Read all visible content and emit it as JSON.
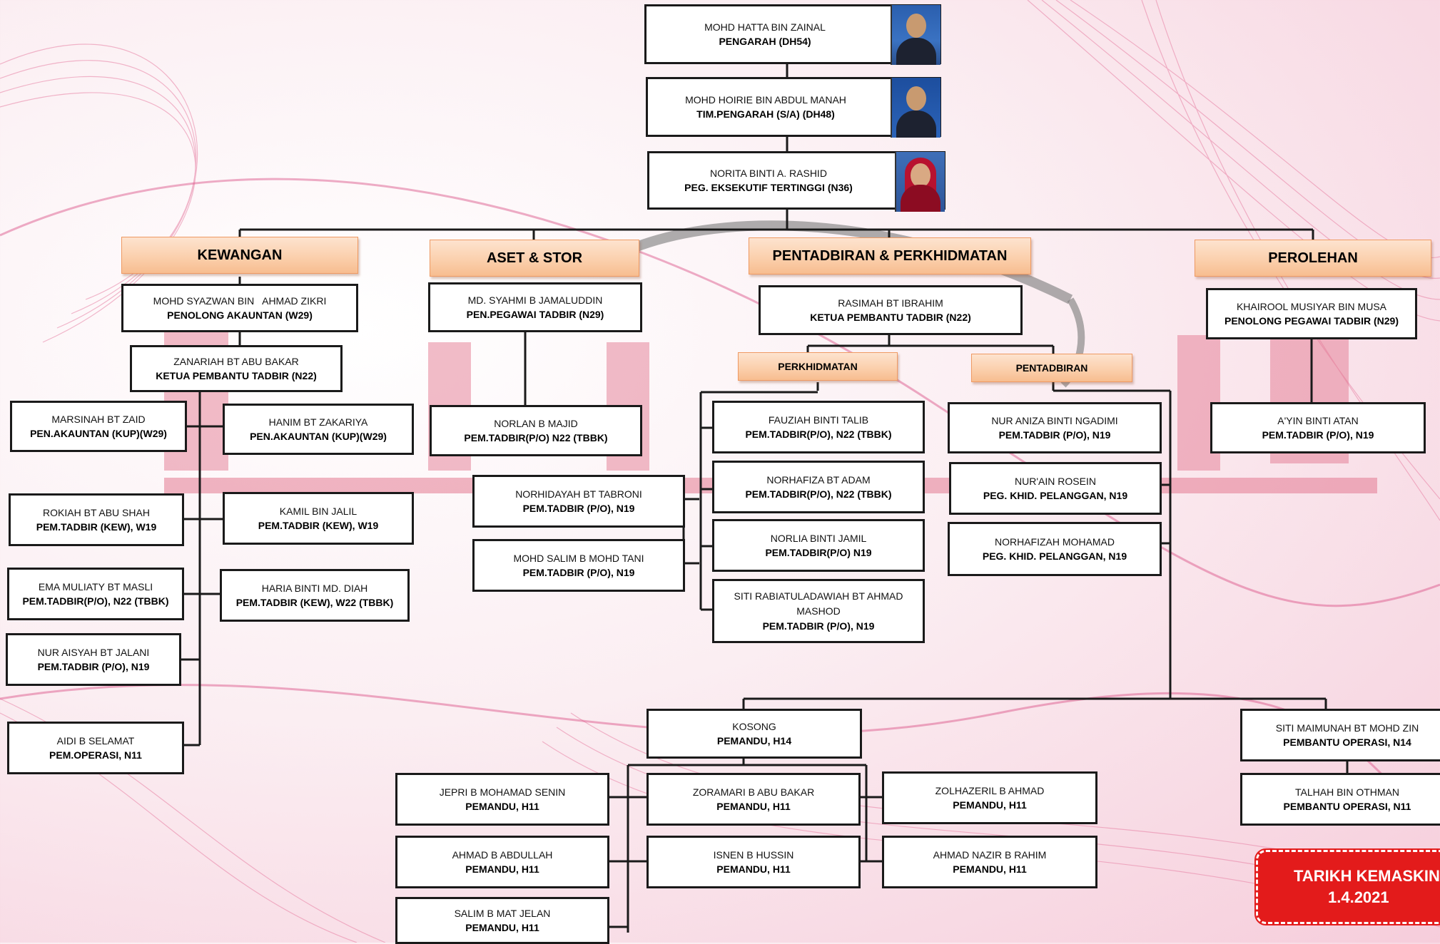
{
  "top": [
    {
      "name": "MOHD HATTA BIN ZAINAL",
      "position": "PENGARAH (DH54)"
    },
    {
      "name": "MOHD HOIRIE BIN ABDUL MANAH",
      "position": "TIM.PENGARAH (S/A) (DH48)"
    },
    {
      "name": "NORITA BINTI A. RASHID",
      "position": "PEG. EKSEKUTIF TERTINGGI (N36)"
    }
  ],
  "departments": {
    "kewangan": "KEWANGAN",
    "aset": "ASET & STOR",
    "pentadbiran": "PENTADBIRAN & PERKHIDMATAN",
    "perolehan": "PEROLEHAN",
    "perkhidmatan_sub": "PERKHIDMATAN",
    "pentadbiran_sub": "PENTADBIRAN"
  },
  "kewangan": {
    "head": {
      "name": "MOHD SYAZWAN BIN   AHMAD ZIKRI",
      "position": "PENOLONG AKAUNTAN (W29)"
    },
    "second": {
      "name": "ZANARIAH BT ABU BAKAR",
      "position": "KETUA PEMBANTU TADBIR (N22)"
    },
    "left": [
      {
        "name": "MARSINAH BT ZAID",
        "position": "PEN.AKAUNTAN (KUP)(W29)"
      },
      {
        "name": "ROKIAH BT ABU SHAH",
        "position": "PEM.TADBIR (KEW), W19"
      },
      {
        "name": "EMA MULIATY BT MASLI",
        "position": "PEM.TADBIR(P/O), N22 (TBBK)"
      },
      {
        "name": "NUR AISYAH BT JALANI",
        "position": "PEM.TADBIR (P/O), N19"
      },
      {
        "name": "AIDI B SELAMAT",
        "position": "PEM.OPERASI, N11"
      }
    ],
    "right": [
      {
        "name": "HANIM BT ZAKARIYA",
        "position": "PEN.AKAUNTAN (KUP)(W29)"
      },
      {
        "name": "KAMIL BIN JALIL",
        "position": "PEM.TADBIR (KEW), W19"
      },
      {
        "name": "HARIA BINTI MD. DIAH",
        "position": "PEM.TADBIR (KEW), W22 (TBBK)"
      }
    ]
  },
  "aset": {
    "head": {
      "name": "MD. SYAHMI B JAMALUDDIN",
      "position": "PEN.PEGAWAI TADBIR (N29)"
    },
    "staff": [
      {
        "name": "NORLAN B MAJID",
        "position": "PEM.TADBIR(P/O) N22 (TBBK)"
      },
      {
        "name": "NORHIDAYAH BT TABRONI",
        "position": "PEM.TADBIR (P/O), N19"
      },
      {
        "name": "MOHD SALIM B MOHD TANI",
        "position": "PEM.TADBIR (P/O), N19"
      }
    ]
  },
  "pentadbiran": {
    "head": {
      "name": "RASIMAH BT IBRAHIM",
      "position": "KETUA PEMBANTU TADBIR (N22)"
    },
    "perkhidmatan": [
      {
        "name": "FAUZIAH BINTI TALIB",
        "position": "PEM.TADBIR(P/O), N22 (TBBK)"
      },
      {
        "name": "NORHAFIZA BT ADAM",
        "position": "PEM.TADBIR(P/O), N22 (TBBK)"
      },
      {
        "name": "NORLIA BINTI JAMIL",
        "position": "PEM.TADBIR(P/O) N19"
      },
      {
        "name": "SITI RABIATULADAWIAH BT AHMAD MASHOD",
        "position": "PEM.TADBIR (P/O), N19"
      }
    ],
    "pentadbiran": [
      {
        "name": "NUR ANIZA BINTI NGADIMI",
        "position": "PEM.TADBIR (P/O), N19"
      },
      {
        "name": "NUR'AIN ROSEIN",
        "position": "PEG. KHID. PELANGGAN, N19"
      },
      {
        "name": "NORHAFIZAH MOHAMAD",
        "position": "PEG. KHID. PELANGGAN, N19"
      }
    ]
  },
  "perolehan": {
    "head": {
      "name": "KHAIROOL MUSIYAR BIN MUSA",
      "position": "PENOLONG PEGAWAI TADBIR (N29)"
    },
    "staff": [
      {
        "name": "A'YIN BINTI ATAN",
        "position": "PEM.TADBIR (P/O), N19"
      }
    ]
  },
  "pemandu": {
    "head": {
      "name": "KOSONG",
      "position": "PEMANDU, H14"
    },
    "col1": [
      {
        "name": "JEPRI B MOHAMAD SENIN",
        "position": "PEMANDU, H11"
      },
      {
        "name": "AHMAD B ABDULLAH",
        "position": "PEMANDU, H11"
      },
      {
        "name": "SALIM B MAT JELAN",
        "position": "PEMANDU, H11"
      }
    ],
    "col2": [
      {
        "name": "ZORAMARI B ABU BAKAR",
        "position": "PEMANDU, H11"
      },
      {
        "name": "ISNEN B HUSSIN",
        "position": "PEMANDU, H11"
      }
    ],
    "col3": [
      {
        "name": "ZOLHAZERIL B AHMAD",
        "position": "PEMANDU, H11"
      },
      {
        "name": "AHMAD NAZIR B RAHIM",
        "position": "PEMANDU, H11"
      }
    ]
  },
  "operasi": [
    {
      "name": "SITI MAIMUNAH BT MOHD ZIN",
      "position": "PEMBANTU OPERASI, N14"
    },
    {
      "name": "TALHAH BIN OTHMAN",
      "position": "PEMBANTU OPERASI, N11"
    }
  ],
  "update": {
    "label": "TARIKH KEMASKINI",
    "date": "1.4.2021"
  },
  "colors": {
    "stamp": "#e31b1b",
    "dept_fill": "#fbd0ad",
    "dept_border": "#ef9a63",
    "line": "#1a1a1a"
  }
}
